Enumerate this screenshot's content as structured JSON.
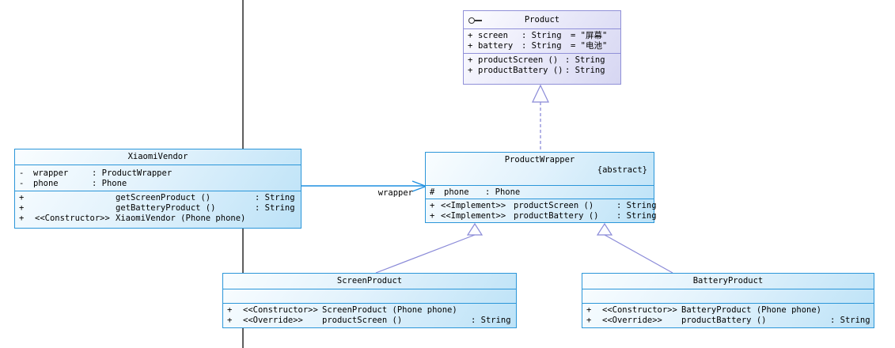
{
  "connectors": {
    "association_label": "wrapper"
  },
  "colors": {
    "class_border_blue": "#2b96d9",
    "class_border_purple": "#9090d8",
    "connector_purple": "#8a8ad8",
    "association_blue": "#1e8fe1",
    "guide_line_gray": "#5f5f5f"
  },
  "classes": {
    "product": {
      "title": "Product",
      "icon": "interface-lollipop-icon",
      "attributes": [
        {
          "mod": "+",
          "name": "screen",
          "type": ": String",
          "default": "= \"屏幕\""
        },
        {
          "mod": "+",
          "name": "battery",
          "type": ": String",
          "default": "= \"电池\""
        }
      ],
      "methods": [
        {
          "mod": "+",
          "name": "productScreen ()",
          "type": ": String"
        },
        {
          "mod": "+",
          "name": "productBattery ()",
          "type": ": String"
        }
      ]
    },
    "xiaomi_vendor": {
      "title": "XiaomiVendor",
      "attributes": [
        {
          "mod": "-",
          "name": "wrapper",
          "type": ": ProductWrapper"
        },
        {
          "mod": "-",
          "name": "phone",
          "type": ": Phone"
        }
      ],
      "methods": [
        {
          "mod": "+",
          "stereotype": "",
          "name": "getScreenProduct ()",
          "type": ": String"
        },
        {
          "mod": "+",
          "stereotype": "",
          "name": "getBatteryProduct ()",
          "type": ": String"
        },
        {
          "mod": "+",
          "stereotype": "<<Constructor>>",
          "name": "XiaomiVendor (Phone phone)",
          "type": ""
        }
      ]
    },
    "product_wrapper": {
      "title": "ProductWrapper",
      "tag": "{abstract}",
      "attributes": [
        {
          "mod": "#",
          "name": "phone",
          "type": ": Phone"
        }
      ],
      "methods": [
        {
          "mod": "+",
          "stereotype": "<<Implement>>",
          "name": "productScreen ()",
          "type": ": String"
        },
        {
          "mod": "+",
          "stereotype": "<<Implement>>",
          "name": "productBattery ()",
          "type": ": String"
        }
      ]
    },
    "screen_product": {
      "title": "ScreenProduct",
      "methods": [
        {
          "mod": "+",
          "stereotype": "<<Constructor>>",
          "name": "ScreenProduct (Phone phone)",
          "type": ""
        },
        {
          "mod": "+",
          "stereotype": "<<Override>>",
          "name": "productScreen ()",
          "type": ": String"
        }
      ]
    },
    "battery_product": {
      "title": "BatteryProduct",
      "methods": [
        {
          "mod": "+",
          "stereotype": "<<Constructor>>",
          "name": "BatteryProduct (Phone phone)",
          "type": ""
        },
        {
          "mod": "+",
          "stereotype": "<<Override>>",
          "name": "productBattery ()",
          "type": ": String"
        }
      ]
    }
  }
}
